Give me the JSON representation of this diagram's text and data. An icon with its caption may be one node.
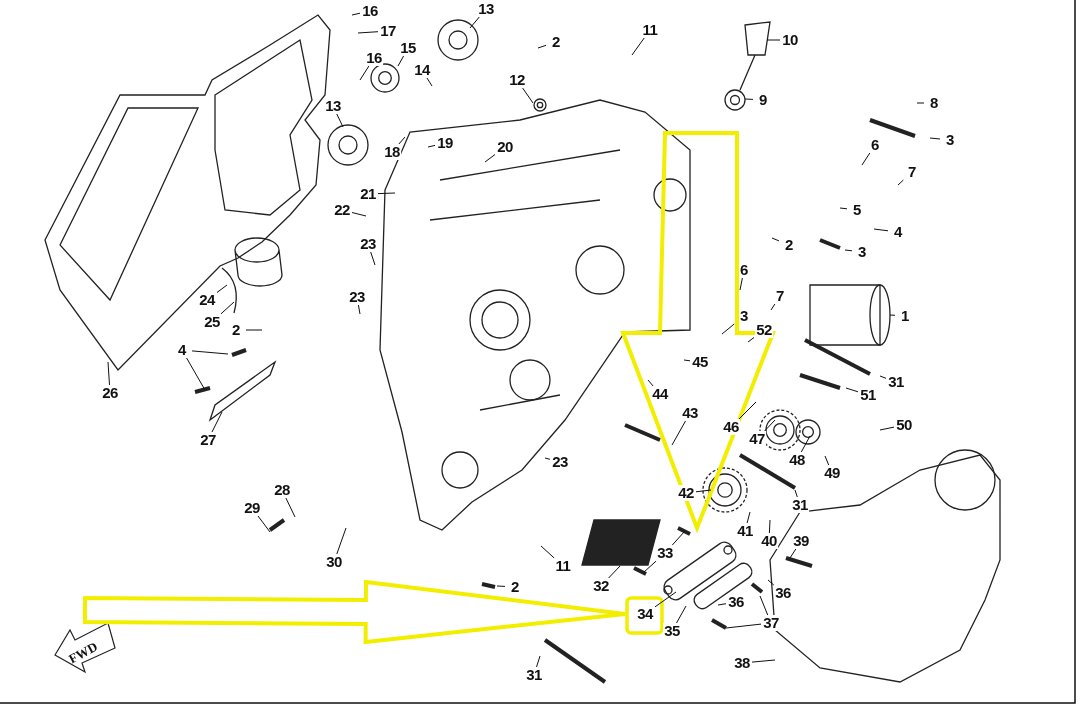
{
  "diagram": {
    "nodes": [
      {
        "text": [
          "16"
        ]
      },
      {
        "text": [
          "13"
        ]
      },
      {
        "text": [
          "17"
        ]
      },
      {
        "text": [
          "11"
        ]
      },
      {
        "text": [
          "10"
        ]
      },
      {
        "text": [
          "2"
        ]
      },
      {
        "text": [
          "16"
        ]
      },
      {
        "text": [
          "15"
        ]
      },
      {
        "text": [
          "12"
        ]
      },
      {
        "text": [
          "14"
        ]
      },
      {
        "text": [
          "9"
        ]
      },
      {
        "text": [
          "8"
        ]
      },
      {
        "text": [
          "13"
        ]
      },
      {
        "text": [
          "3"
        ]
      },
      {
        "text": [
          "19"
        ]
      },
      {
        "text": [
          "6"
        ]
      },
      {
        "text": [
          "18"
        ]
      },
      {
        "text": [
          "20"
        ]
      },
      {
        "text": [
          "7"
        ]
      },
      {
        "text": [
          "21"
        ]
      },
      {
        "text": [
          "22"
        ]
      },
      {
        "text": [
          "5"
        ]
      },
      {
        "text": [
          "23"
        ]
      },
      {
        "text": [
          "4"
        ]
      },
      {
        "text": [
          "2"
        ]
      },
      {
        "text": [
          "3"
        ]
      },
      {
        "text": [
          "6"
        ]
      },
      {
        "text": [
          "23"
        ]
      },
      {
        "text": [
          "24"
        ]
      },
      {
        "text": [
          "25"
        ]
      },
      {
        "text": [
          "7"
        ]
      },
      {
        "text": [
          "2"
        ]
      },
      {
        "text": [
          "1"
        ]
      },
      {
        "text": [
          "52"
        ]
      },
      {
        "text": [
          "3"
        ]
      },
      {
        "text": [
          "4"
        ]
      },
      {
        "text": [
          "45"
        ]
      },
      {
        "text": [
          "26"
        ]
      },
      {
        "text": [
          "31"
        ]
      },
      {
        "text": [
          "44"
        ]
      },
      {
        "text": [
          "51"
        ]
      },
      {
        "text": [
          "27"
        ]
      },
      {
        "text": [
          "43"
        ]
      },
      {
        "text": [
          "46"
        ]
      },
      {
        "text": [
          "50"
        ]
      },
      {
        "text": [
          "47"
        ]
      },
      {
        "text": [
          "48"
        ]
      },
      {
        "text": [
          "23"
        ]
      },
      {
        "text": [
          "49"
        ]
      },
      {
        "text": [
          "42"
        ]
      },
      {
        "text": [
          "28"
        ]
      },
      {
        "text": [
          "29"
        ]
      },
      {
        "text": [
          "31"
        ]
      },
      {
        "text": [
          "41"
        ]
      },
      {
        "text": [
          "40"
        ]
      },
      {
        "text": [
          "39"
        ]
      },
      {
        "text": [
          "11"
        ]
      },
      {
        "text": [
          "30"
        ]
      },
      {
        "text": [
          "32"
        ]
      },
      {
        "text": [
          "33"
        ]
      },
      {
        "text": [
          "36"
        ]
      },
      {
        "text": [
          "2"
        ]
      },
      {
        "text": [
          "36"
        ]
      },
      {
        "text": [
          "34"
        ]
      },
      {
        "text": [
          "35"
        ]
      },
      {
        "text": [
          "37"
        ]
      },
      {
        "text": [
          "38"
        ]
      },
      {
        "text": [
          "31"
        ]
      }
    ],
    "edges": [
      {
        "from": 0,
        "to": null,
        "arrow": "none"
      },
      {
        "from": 1,
        "to": null,
        "arrow": "none"
      },
      {
        "from": 2,
        "to": null,
        "arrow": "none"
      },
      {
        "from": 3,
        "to": null,
        "arrow": "none"
      },
      {
        "from": 4,
        "to": null,
        "arrow": "none"
      },
      {
        "from": 5,
        "to": null,
        "arrow": "none"
      },
      {
        "from": 6,
        "to": null,
        "arrow": "none"
      },
      {
        "from": 7,
        "to": null,
        "arrow": "none"
      },
      {
        "from": 8,
        "to": null,
        "arrow": "none"
      },
      {
        "from": 9,
        "to": null,
        "arrow": "none"
      },
      {
        "from": 10,
        "to": null,
        "arrow": "none"
      },
      {
        "from": 11,
        "to": null,
        "arrow": "none"
      },
      {
        "from": 12,
        "to": null,
        "arrow": "none"
      },
      {
        "from": 13,
        "to": null,
        "arrow": "none"
      },
      {
        "from": 14,
        "to": null,
        "arrow": "none"
      },
      {
        "from": 15,
        "to": null,
        "arrow": "none"
      },
      {
        "from": 16,
        "to": null,
        "arrow": "none"
      },
      {
        "from": 17,
        "to": null,
        "arrow": "none"
      },
      {
        "from": 18,
        "to": null,
        "arrow": "none"
      },
      {
        "from": 19,
        "to": null,
        "arrow": "none"
      },
      {
        "from": 20,
        "to": null,
        "arrow": "none"
      },
      {
        "from": 21,
        "to": null,
        "arrow": "none"
      },
      {
        "from": 22,
        "to": null,
        "arrow": "none"
      },
      {
        "from": 23,
        "to": null,
        "arrow": "none"
      },
      {
        "from": 24,
        "to": null,
        "arrow": "none"
      },
      {
        "from": 25,
        "to": null,
        "arrow": "none"
      },
      {
        "from": 26,
        "to": null,
        "arrow": "none"
      },
      {
        "from": 27,
        "to": null,
        "arrow": "none"
      },
      {
        "from": 28,
        "to": null,
        "arrow": "none"
      },
      {
        "from": 29,
        "to": null,
        "arrow": "none"
      },
      {
        "from": 30,
        "to": null,
        "arrow": "none"
      },
      {
        "from": 31,
        "to": null,
        "arrow": "none"
      },
      {
        "from": 32,
        "to": null,
        "arrow": "none"
      },
      {
        "from": 33,
        "to": null,
        "arrow": "none"
      },
      {
        "from": 34,
        "to": null,
        "arrow": "none"
      },
      {
        "from": 35,
        "to": null,
        "arrow": "none"
      },
      {
        "from": 36,
        "to": null,
        "arrow": "none"
      },
      {
        "from": 37,
        "to": null,
        "arrow": "none"
      },
      {
        "from": 38,
        "to": null,
        "arrow": "none"
      },
      {
        "from": 39,
        "to": null,
        "arrow": "none"
      },
      {
        "from": 40,
        "to": null,
        "arrow": "none"
      },
      {
        "from": 41,
        "to": null,
        "arrow": "none"
      },
      {
        "from": 42,
        "to": null,
        "arrow": "none"
      },
      {
        "from": 43,
        "to": null,
        "arrow": "none"
      },
      {
        "from": 44,
        "to": null,
        "arrow": "none"
      },
      {
        "from": 45,
        "to": null,
        "arrow": "none"
      },
      {
        "from": 46,
        "to": null,
        "arrow": "none"
      },
      {
        "from": 47,
        "to": null,
        "arrow": "none"
      },
      {
        "from": 48,
        "to": null,
        "arrow": "none"
      },
      {
        "from": 49,
        "to": null,
        "arrow": "none"
      },
      {
        "from": 50,
        "to": null,
        "arrow": "none"
      },
      {
        "from": 51,
        "to": null,
        "arrow": "none"
      },
      {
        "from": 52,
        "to": null,
        "arrow": "none"
      },
      {
        "from": 53,
        "to": null,
        "arrow": "none"
      },
      {
        "from": 54,
        "to": null,
        "arrow": "none"
      },
      {
        "from": 55,
        "to": null,
        "arrow": "none"
      },
      {
        "from": 56,
        "to": null,
        "arrow": "none"
      },
      {
        "from": 57,
        "to": null,
        "arrow": "none"
      },
      {
        "from": 58,
        "to": null,
        "arrow": "none"
      },
      {
        "from": 59,
        "to": null,
        "arrow": "none"
      },
      {
        "from": 60,
        "to": null,
        "arrow": "none"
      },
      {
        "from": 61,
        "to": null,
        "arrow": "none"
      },
      {
        "from": 62,
        "to": null,
        "arrow": "none"
      },
      {
        "from": 63,
        "to": null,
        "arrow": "none"
      },
      {
        "from": 64,
        "to": null,
        "arrow": "none"
      },
      {
        "from": 65,
        "to": null,
        "arrow": "none"
      },
      {
        "from": 66,
        "to": null,
        "arrow": "none"
      },
      {
        "from": 67,
        "to": null,
        "arrow": "none"
      },
      {
        "from": 35,
        "to": null,
        "arrow": "none"
      },
      {
        "from": 65,
        "to": null,
        "arrow": "none"
      },
      {
        "from": 59,
        "to": null,
        "arrow": "none"
      },
      {
        "from": null,
        "to": 63,
        "arrow": "to",
        "style": "thick",
        "color": "#f2ee00"
      }
    ],
    "labels": [
      "FWD"
    ]
  }
}
